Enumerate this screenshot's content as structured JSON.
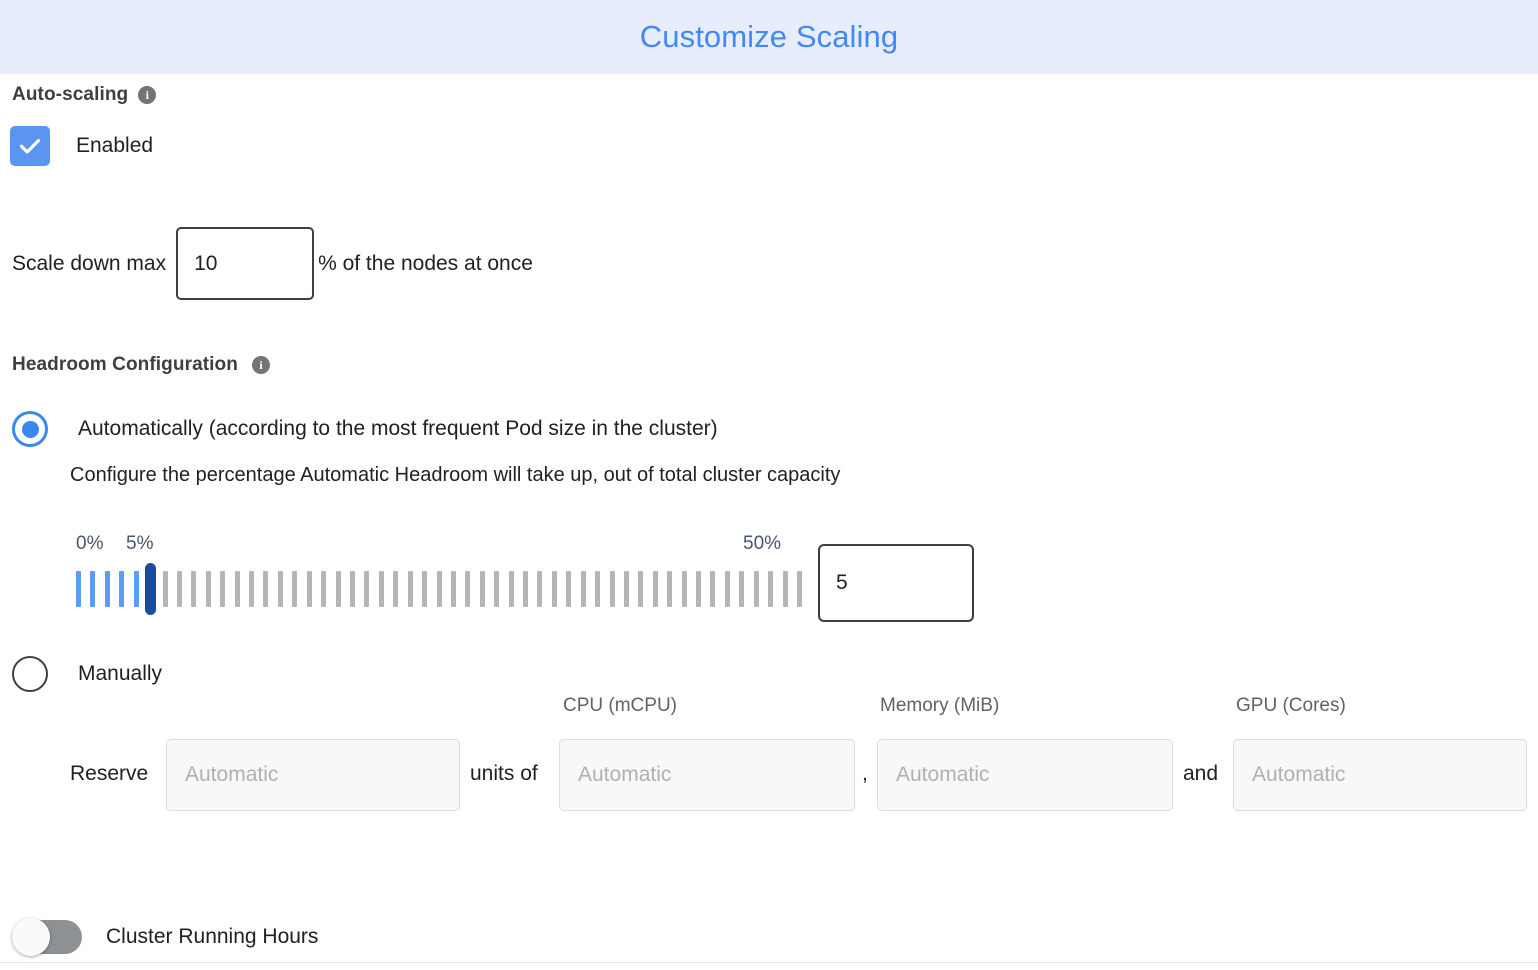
{
  "header": {
    "title": "Customize Scaling",
    "background_color": "#e8edfc",
    "title_color": "#4189f7"
  },
  "auto_scaling": {
    "section_label": "Auto-scaling",
    "info_icon": "info-icon",
    "info_glyph": "i",
    "enabled_label": "Enabled",
    "enabled_checked": true,
    "checkbox_color": "#5b95f2"
  },
  "scale_down": {
    "label": "Scale down max",
    "value": "10",
    "suffix": "% of the nodes at once"
  },
  "headroom": {
    "section_label": "Headroom Configuration",
    "info_icon": "info-icon",
    "info_glyph": "i",
    "option_automatic": "Automatically (according to the most frequent Pod size in the cluster)",
    "option_automatic_selected": true,
    "help_text": "Configure the percentage Automatic Headroom will take up, out of total cluster capacity",
    "option_manual": "Manually",
    "option_manual_selected": false,
    "radio_color": "#3b87f0"
  },
  "slider": {
    "min_label": "0%",
    "current_label": "5%",
    "max_label": "50%",
    "min": 0,
    "max": 50,
    "value": 5,
    "tick_count": 51,
    "value_input": "5",
    "filled_color": "#5b9cf5",
    "unfilled_color": "#b5b5b5",
    "thumb_color": "#1a4b9c",
    "label_color": "#49546e"
  },
  "reserve": {
    "label": "Reserve",
    "units_placeholder": "Automatic",
    "conj_units_of": "units of",
    "conj_comma": ",",
    "conj_and": "and",
    "columns": [
      {
        "header": "CPU (mCPU)",
        "placeholder": "Automatic"
      },
      {
        "header": "Memory (MiB)",
        "placeholder": "Automatic"
      },
      {
        "header": "GPU (Cores)",
        "placeholder": "Automatic"
      }
    ]
  },
  "cluster_running_hours": {
    "label": "Cluster Running Hours",
    "enabled": false,
    "track_color": "#8d9194"
  }
}
